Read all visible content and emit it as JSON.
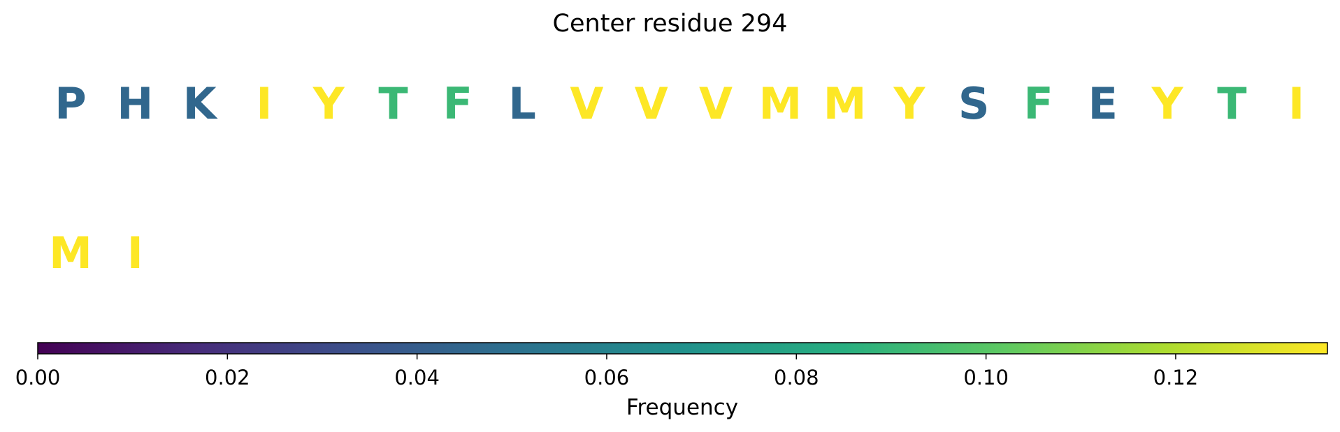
{
  "chart_data": {
    "type": "heatmap",
    "title": "Center residue 294",
    "residues": [
      {
        "letter": "P",
        "value": 0.045
      },
      {
        "letter": "H",
        "value": 0.045
      },
      {
        "letter": "K",
        "value": 0.045
      },
      {
        "letter": "I",
        "value": 0.136
      },
      {
        "letter": "Y",
        "value": 0.136
      },
      {
        "letter": "T",
        "value": 0.091
      },
      {
        "letter": "F",
        "value": 0.091
      },
      {
        "letter": "L",
        "value": 0.045
      },
      {
        "letter": "V",
        "value": 0.136
      },
      {
        "letter": "V",
        "value": 0.136
      },
      {
        "letter": "V",
        "value": 0.136
      },
      {
        "letter": "M",
        "value": 0.136
      },
      {
        "letter": "M",
        "value": 0.136
      },
      {
        "letter": "Y",
        "value": 0.136
      },
      {
        "letter": "S",
        "value": 0.045
      },
      {
        "letter": "F",
        "value": 0.091
      },
      {
        "letter": "E",
        "value": 0.045
      },
      {
        "letter": "Y",
        "value": 0.136
      },
      {
        "letter": "T",
        "value": 0.091
      },
      {
        "letter": "I",
        "value": 0.136
      },
      {
        "letter": "M",
        "value": 0.136
      },
      {
        "letter": "I",
        "value": 0.136
      }
    ],
    "per_row": 20,
    "colorbar": {
      "label": "Frequency",
      "min": 0.0,
      "max": 0.136,
      "ticks": [
        0.0,
        0.02,
        0.04,
        0.06,
        0.08,
        0.1,
        0.12
      ],
      "tick_labels": [
        "0.00",
        "0.02",
        "0.04",
        "0.06",
        "0.08",
        "0.10",
        "0.12"
      ],
      "colormap": "viridis"
    }
  }
}
